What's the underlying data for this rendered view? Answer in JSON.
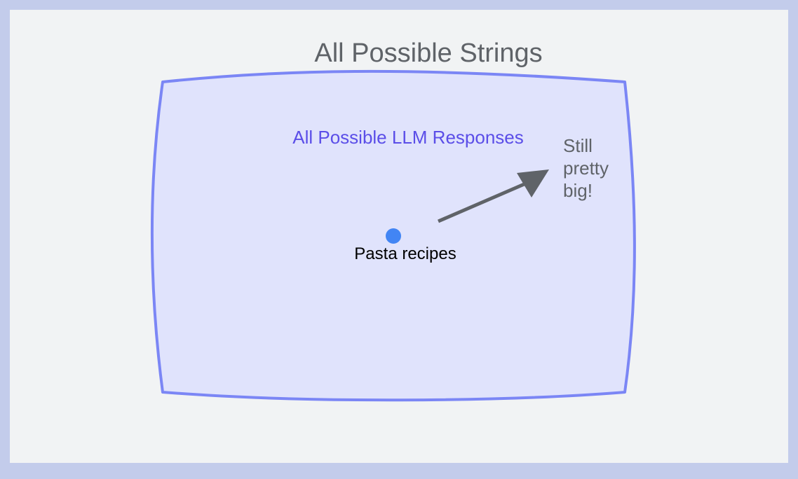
{
  "canvas": {
    "background_color": "#f1f3f4",
    "frame_color": "#c3cceb"
  },
  "title": {
    "text": "All Possible Strings",
    "color": "#5f6368"
  },
  "region": {
    "label": "All Possible LLM Responses",
    "label_color": "#5b4ee8",
    "fill_color": "#e0e3fc",
    "stroke_color": "#7b86f5"
  },
  "note": {
    "line1": "Still",
    "line2": "pretty",
    "line3": "big!",
    "color": "#5f6368"
  },
  "point": {
    "label": "Pasta recipes",
    "dot_color": "#4285f4",
    "label_color": "#000000"
  },
  "arrow": {
    "color": "#5f6368"
  }
}
